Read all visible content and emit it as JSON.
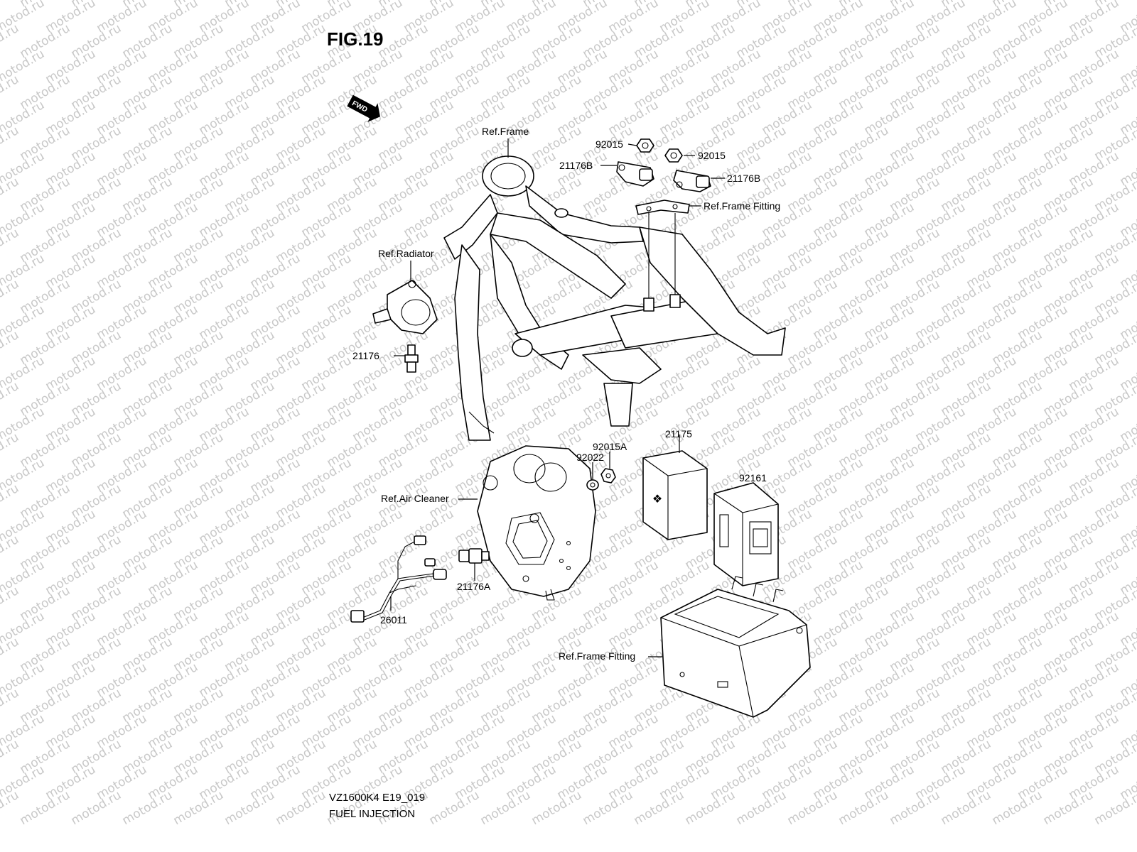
{
  "figure": {
    "title": "FIG.19",
    "model_code": "VZ1600K4 E19_019",
    "section_name": "FUEL INJECTION"
  },
  "watermark": {
    "text": "motod.ru"
  },
  "fwd_marker": {
    "text": "FWD"
  },
  "callouts": {
    "ref_frame": "Ref.Frame",
    "nut_left": "92015",
    "nut_right": "92015",
    "sensor_left": "21176B",
    "sensor_right": "21176B",
    "ref_frame_fitting_top": "Ref.Frame Fitting",
    "ref_radiator": "Ref.Radiator",
    "temp_sensor": "21176",
    "ecu": "21175",
    "nut_a": "92015A",
    "washer": "92022",
    "ecu_cover": "92161",
    "ref_air_cleaner": "Ref.Air Cleaner",
    "air_sensor": "21176A",
    "harness": "26011",
    "ref_frame_fitting_bottom": "Ref.Frame Fitting"
  }
}
